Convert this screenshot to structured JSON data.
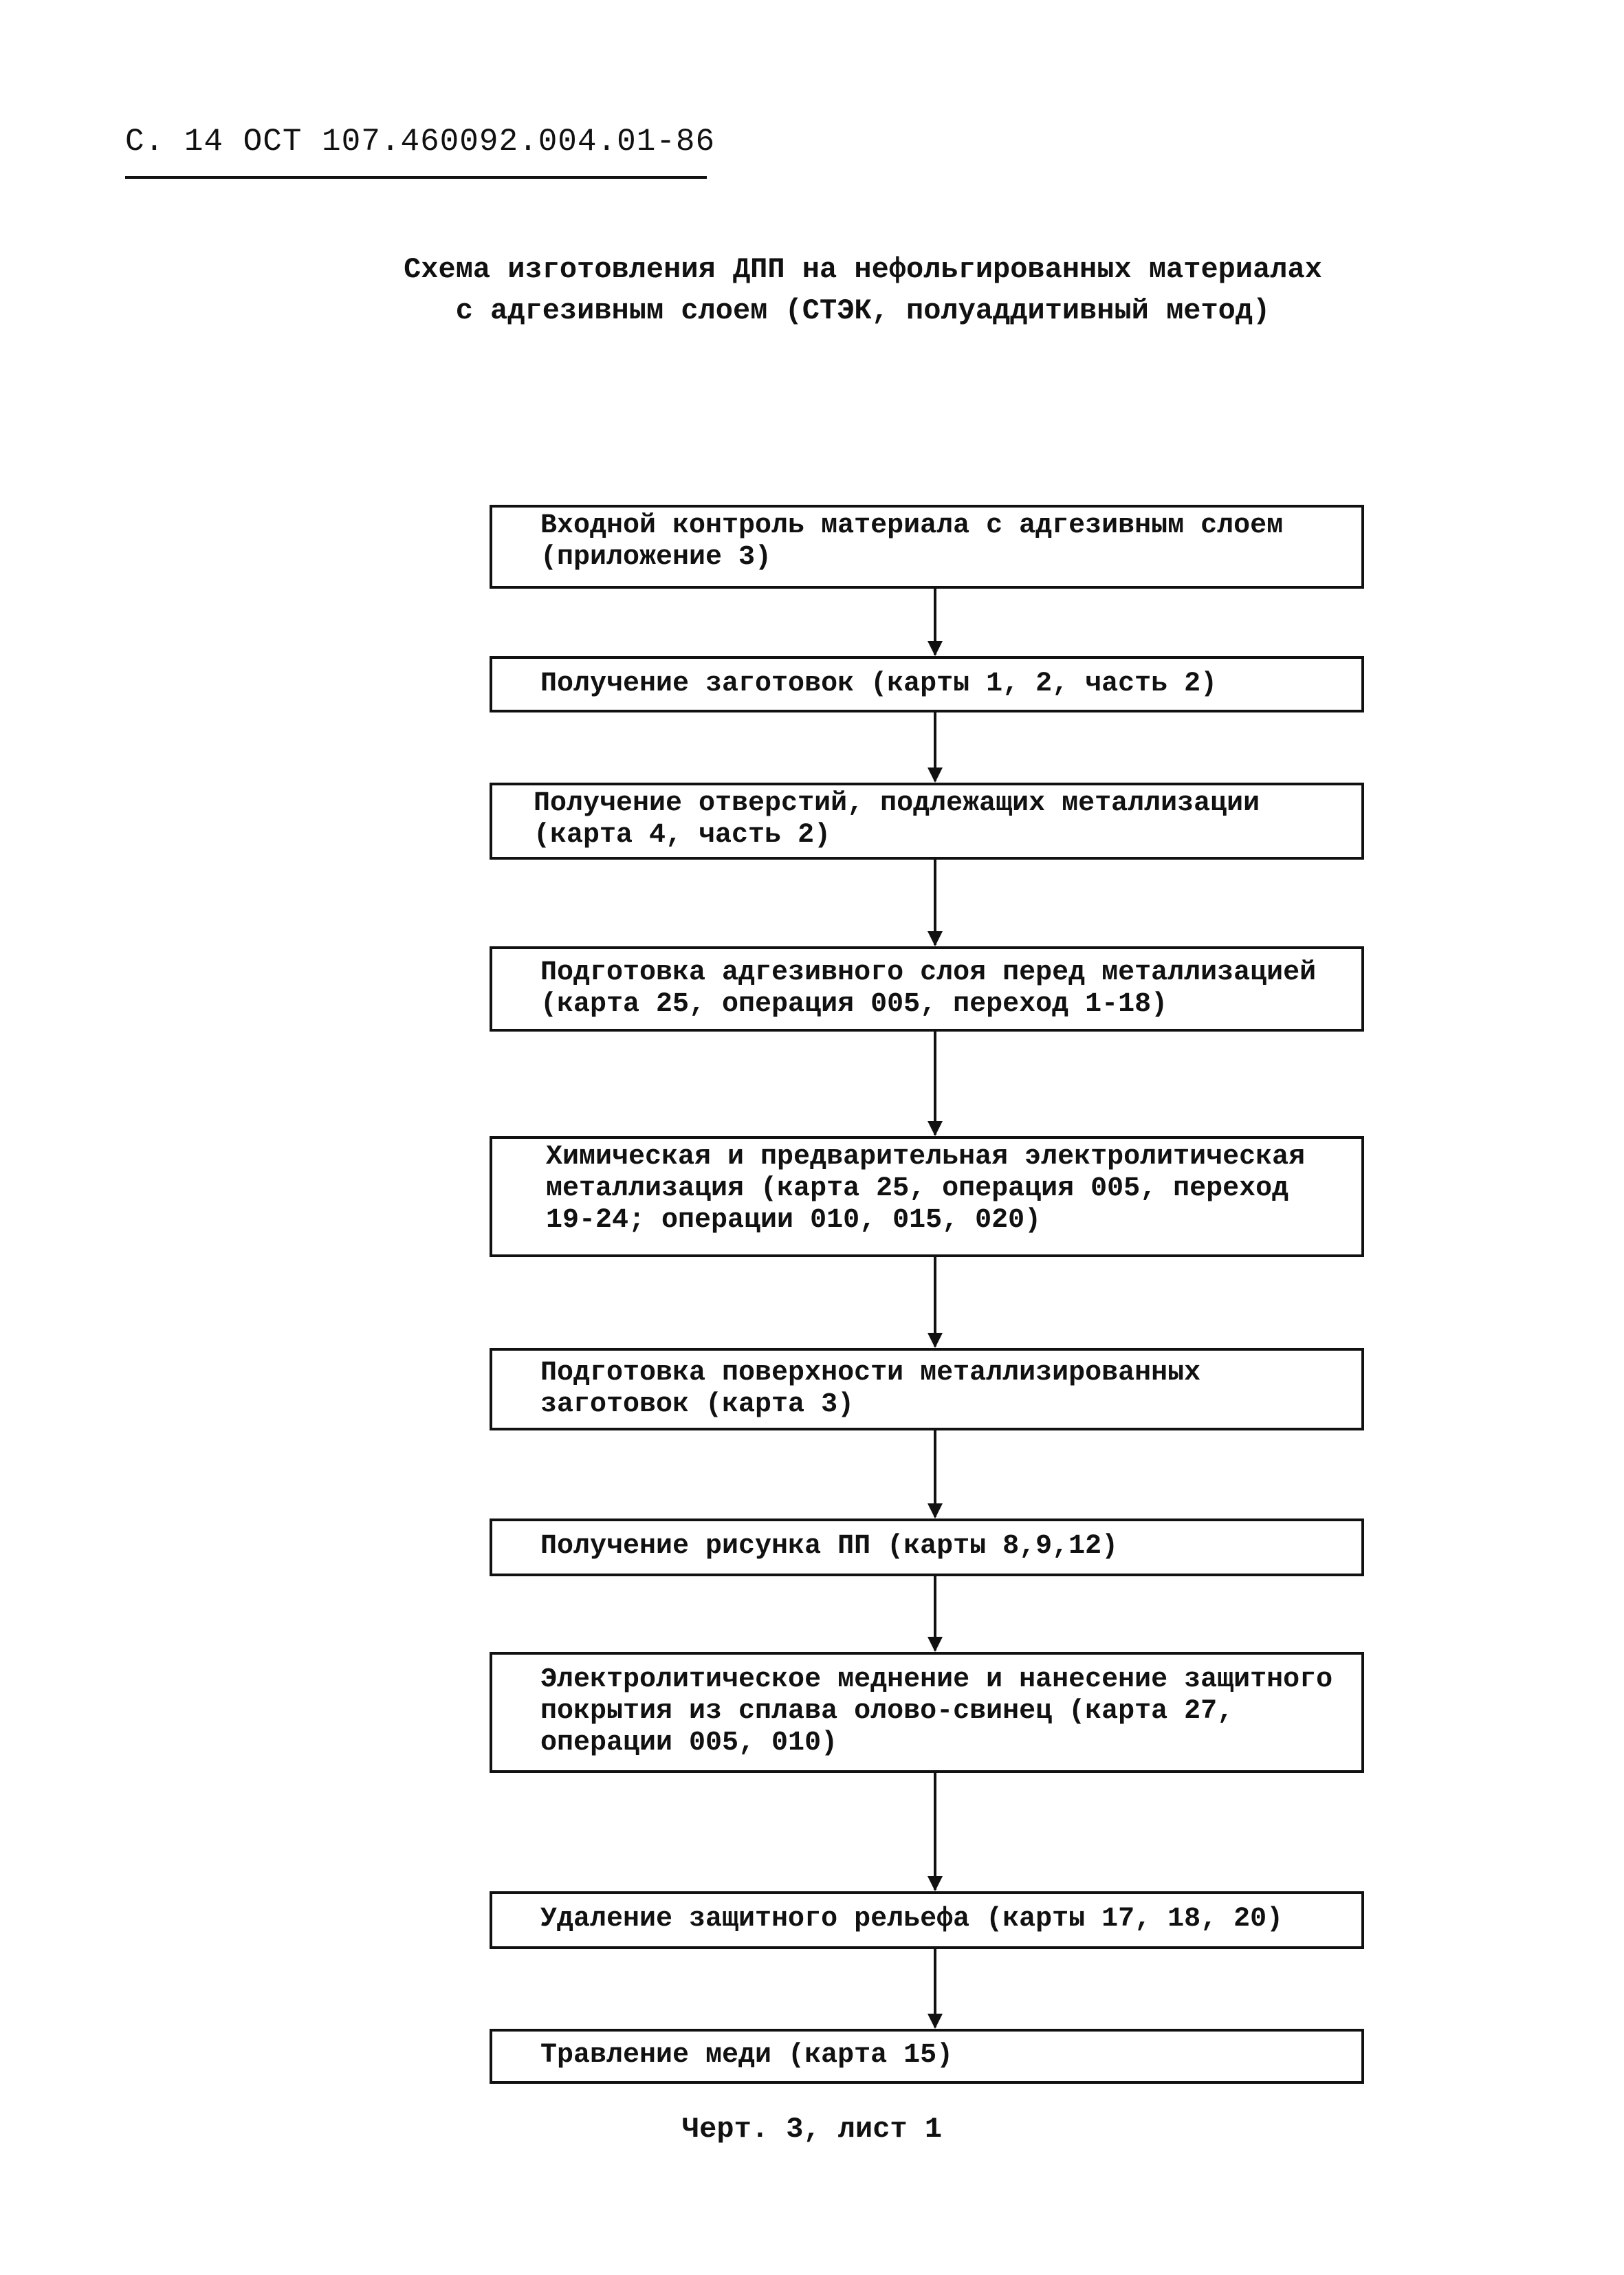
{
  "header": {
    "page_ref": "С. 14 ОСТ 107.460092.004.01-86"
  },
  "title": {
    "line1": "Схема изготовления ДПП на нефольгированных материалах",
    "line2": "с адгезивным слоем (СТЭК, полуаддитивный метод)"
  },
  "steps": [
    {
      "text": "Входной контроль материала с адгезивным слоем\n        (приложение 3)"
    },
    {
      "text": "Получение заготовок (карты 1, 2, часть 2)"
    },
    {
      "text": "Получение отверстий, подлежащих металлизации\n    (карта 4, часть 2)"
    },
    {
      "text": "Подготовка адгезивного слоя перед металлизацией\n(карта 25, операция 005, переход 1-18)"
    },
    {
      "text": "Химическая и предварительная электролитическая\nметаллизация (карта 25, операция 005, переход\n19-24; операции 010, 015, 020)"
    },
    {
      "text": "Подготовка поверхности металлизированных\n    заготовок (карта 3)"
    },
    {
      "text": "Получение рисунка ПП (карты 8,9,12)"
    },
    {
      "text": "Электролитическое меднение и нанесение защитного\nпокрытия из сплава олово-свинец (карта 27,\nоперации 005, 010)"
    },
    {
      "text": "Удаление защитного рельефа (карты 17, 18, 20)"
    },
    {
      "text": "Травление меди (карта 15)"
    }
  ],
  "caption": "Черт. 3, лист 1"
}
